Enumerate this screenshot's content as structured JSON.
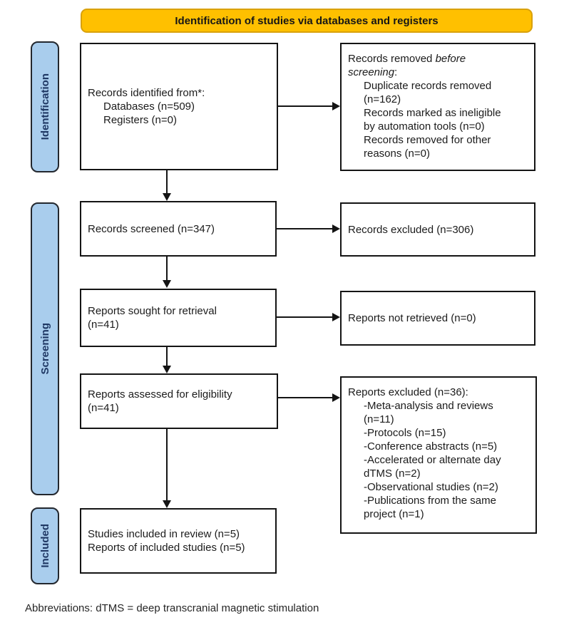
{
  "banner": {
    "title": "Identification of studies via databases and registers"
  },
  "stages": {
    "identification": "Identification",
    "screening": "Screening",
    "included": "Included"
  },
  "boxes": {
    "identified": {
      "title": "Records identified from*:",
      "items": [
        "Databases (n=509)",
        "Registers (n=0)"
      ]
    },
    "removed_before_screening": {
      "l1_normal": "Records removed ",
      "l1_italic": "before",
      "l2_italic": "screening",
      "l2_normal": ":",
      "items": [
        "Duplicate records removed",
        "(n=162)",
        "Records marked as ineligible",
        "by automation tools (n=0)",
        "Records removed for other",
        "reasons (n=0)"
      ]
    },
    "screened": {
      "text": "Records screened (n=347)"
    },
    "records_excluded": {
      "text": "Records excluded (n=306)"
    },
    "sought": {
      "lines": [
        "Reports sought for retrieval",
        "(n=41)"
      ]
    },
    "not_retrieved": {
      "text": "Reports not retrieved (n=0)"
    },
    "assessed": {
      "lines": [
        "Reports assessed for eligibility",
        "(n=41)"
      ]
    },
    "reports_excluded": {
      "title": "Reports excluded (n=36):",
      "items": [
        "-Meta-analysis and reviews",
        "(n=11)",
        "-Protocols (n=15)",
        "-Conference abstracts (n=5)",
        "-Accelerated or alternate day",
        "dTMS (n=2)",
        "-Observational studies (n=2)",
        "-Publications from the same",
        "project (n=1)"
      ]
    },
    "included": {
      "lines": [
        "Studies included in review (n=5)",
        "Reports of included studies (n=5)"
      ]
    }
  },
  "footer": {
    "abbreviations": "Abbreviations: dTMS = deep transcranial magnetic stimulation"
  },
  "colors": {
    "banner_fill": "#FFC000",
    "banner_border": "#D9A10B",
    "stage_fill": "#A9CDED",
    "stage_border": "#23272E",
    "stage_text": "#1F3864",
    "border": "#141414",
    "text": "#1B1B1B"
  }
}
